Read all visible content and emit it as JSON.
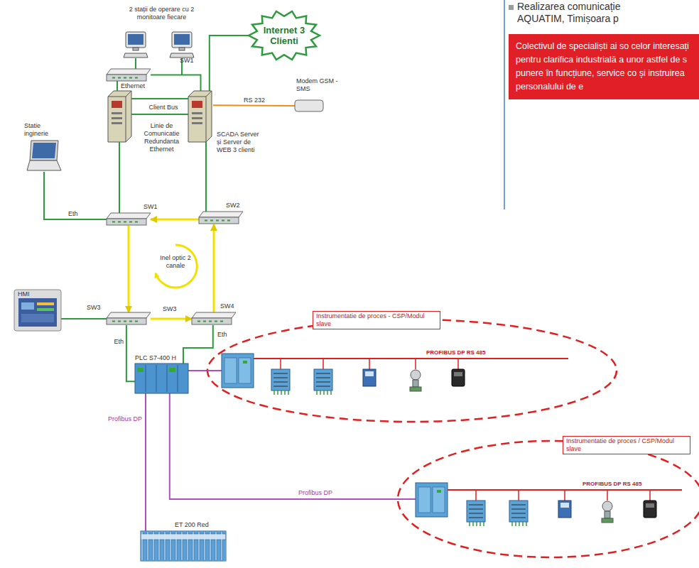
{
  "diagram": {
    "nodes": [
      {
        "text": [
          "Internet 3 Clienti"
        ]
      },
      {
        "text": [
          "SW1"
        ]
      },
      {
        "text": [
          "SCADA Server și Server de WEB 3 clienti"
        ]
      },
      {
        "text": [
          "Modem GSM - SMS"
        ]
      },
      {
        "text": [
          "Statie inginerie"
        ]
      },
      {
        "text": [
          "SW1"
        ]
      },
      {
        "text": [
          "SW2"
        ]
      },
      {
        "text": [
          "HMI"
        ]
      },
      {
        "text": [
          "SW3"
        ]
      },
      {
        "text": [
          "SW4"
        ]
      },
      {
        "text": [
          "PLC S7-400 H"
        ]
      },
      {
        "text": [
          "Instrumentatie de proces - CSP/Modul slave"
        ]
      },
      {
        "text": [
          "Instrumentatie de proces / CSP/Modul slave"
        ]
      },
      {
        "text": [
          "ET 200 Red"
        ]
      },
      {
        "text": [
          "Colectivul de specialiști ai so celor interesați pentru clarifica industrială a unor astfel de s punere în funcțiune, service co și instruirea personalului de e"
        ]
      }
    ],
    "edges": [
      {
        "from": 1,
        "to": 2,
        "arrow": "none"
      },
      {
        "from": 2,
        "to": 0,
        "arrow": "none"
      },
      {
        "from": 3,
        "to": 2,
        "label": "RS 232",
        "arrow": "none"
      },
      {
        "from": 4,
        "to": 5,
        "label": "Eth",
        "arrow": "none"
      },
      {
        "from": 2,
        "to": 6,
        "arrow": "none"
      },
      {
        "from": 6,
        "to": 5,
        "arrow": "to"
      },
      {
        "from": 5,
        "to": 8,
        "arrow": "to"
      },
      {
        "from": 8,
        "to": 9,
        "arrow": "to"
      },
      {
        "from": 9,
        "to": 6,
        "arrow": "to"
      },
      {
        "from": 7,
        "to": 8,
        "arrow": "none"
      },
      {
        "from": 8,
        "to": 10,
        "label": "Eth",
        "arrow": "none"
      },
      {
        "from": 9,
        "to": 10,
        "label": "Eth",
        "arrow": "none"
      },
      {
        "from": 10,
        "to": 11,
        "arrow": "none"
      },
      {
        "from": 10,
        "to": 13,
        "label": "Profibus DP",
        "arrow": "none"
      },
      {
        "from": 10,
        "to": 12,
        "label": "Profibus DP",
        "arrow": "none"
      }
    ],
    "labels": [
      "Realizarea comunicație AQUATIM, Timișoara p",
      "2 stații de operare cu 2 monitoare fiecare",
      "Ethernet",
      "Client Bus",
      "Linie de Comunicatie Redundanta Ethernet",
      "Inel optic 2 canale",
      "SW3",
      "PROFIBUS DP RS 485",
      "PROFIBUS DP RS 485"
    ]
  }
}
